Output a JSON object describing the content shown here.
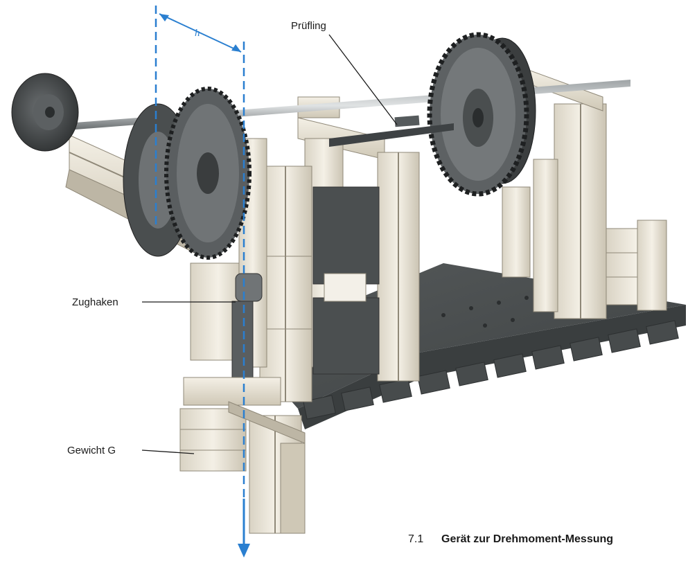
{
  "labels": {
    "pruefling": "Prüfling",
    "zughaken": "Zughaken",
    "gewicht": "Gewicht G",
    "dimension": "h"
  },
  "caption": {
    "number": "7.1",
    "title": "Gerät zur Drehmoment-Messung"
  },
  "colors": {
    "dimension_line": "#2a7fd0",
    "frame_light": "#e9e4d8",
    "frame_dark": "#5b5f60",
    "steel": "#6d7274",
    "wheel": "#3f4344"
  }
}
